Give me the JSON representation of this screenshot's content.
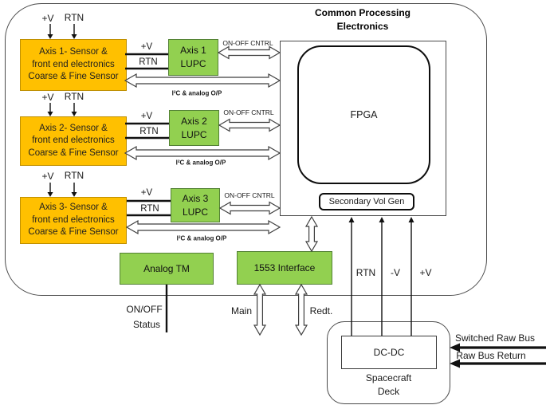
{
  "colors": {
    "sensor_fill": "#FFC000",
    "sensor_border": "#BF8F00",
    "lupc_fill": "#92D050",
    "lupc_border": "#538135"
  },
  "cpe": {
    "title_line1": "Common Processing",
    "title_line2": "Electronics",
    "fpga": "FPGA",
    "sec_vol_gen": "Secondary Vol Gen"
  },
  "axes": [
    {
      "supply_in": "+V",
      "return_in": "RTN",
      "sensor_line1": "Axis 1- Sensor &",
      "sensor_line2": "front end electronics",
      "sensor_line3": "Coarse & Fine Sensor",
      "lupc_line1": "Axis 1",
      "lupc_line2": "LUPC",
      "vbus_supply": "+V",
      "vbus_return": "RTN",
      "onoff_cntrl": "ON-OFF CNTRL",
      "i2c": "I²C & analog O/P"
    },
    {
      "supply_in": "+V",
      "return_in": "RTN",
      "sensor_line1": "Axis 2- Sensor &",
      "sensor_line2": "front end electronics",
      "sensor_line3": "Coarse & Fine Sensor",
      "lupc_line1": "Axis 2",
      "lupc_line2": "LUPC",
      "vbus_supply": "+V",
      "vbus_return": "RTN",
      "onoff_cntrl": "ON-OFF CNTRL",
      "i2c": "I²C & analog O/P"
    },
    {
      "supply_in": "+V",
      "return_in": "RTN",
      "sensor_line1": "Axis 3- Sensor &",
      "sensor_line2": "front end electronics",
      "sensor_line3": "Coarse & Fine Sensor",
      "lupc_line1": "Axis 3",
      "lupc_line2": "LUPC",
      "vbus_supply": "+V",
      "vbus_return": "RTN",
      "onoff_cntrl": "ON-OFF CNTRL",
      "i2c": "I²C & analog O/P"
    }
  ],
  "analog_tm": {
    "label": "Analog TM",
    "status_line1": "ON/OFF",
    "status_line2": "Status"
  },
  "interface1553": {
    "label": "1553 Interface",
    "main": "Main",
    "redt": "Redt."
  },
  "power": {
    "rtn": "RTN",
    "neg_v": "-V",
    "pos_v": "+V"
  },
  "spacecraft": {
    "dcdc": "DC-DC",
    "deck_line1": "Spacecraft",
    "deck_line2": "Deck",
    "switched_raw_bus": "Switched Raw Bus",
    "raw_bus_return": "Raw Bus Return"
  }
}
